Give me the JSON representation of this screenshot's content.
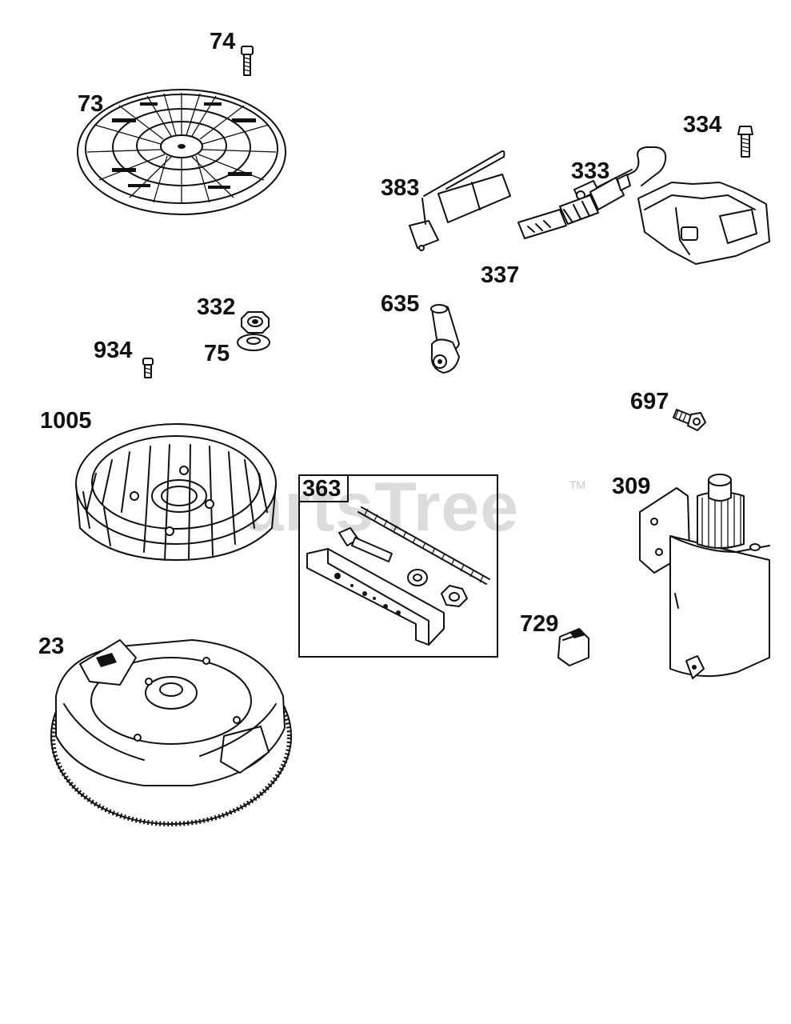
{
  "watermark": {
    "text": "PartsTree",
    "tm": "TM"
  },
  "kit": {
    "label": "363"
  },
  "parts": [
    {
      "id": "74",
      "icon": "bolt-icon"
    },
    {
      "id": "73",
      "icon": "rotating-screen-icon"
    },
    {
      "id": "334",
      "icon": "screw-icon"
    },
    {
      "id": "333",
      "icon": "ignition-armature-icon"
    },
    {
      "id": "383",
      "icon": "spark-tester-icon"
    },
    {
      "id": "337",
      "icon": "spark-plug-icon"
    },
    {
      "id": "635",
      "icon": "spark-plug-boot-icon"
    },
    {
      "id": "332",
      "icon": "nut-icon"
    },
    {
      "id": "75",
      "icon": "washer-icon"
    },
    {
      "id": "934",
      "icon": "screw-icon"
    },
    {
      "id": "697",
      "icon": "screw-icon"
    },
    {
      "id": "1005",
      "icon": "fan-icon"
    },
    {
      "id": "309",
      "icon": "starter-motor-icon"
    },
    {
      "id": "729",
      "icon": "clip-icon"
    },
    {
      "id": "23",
      "icon": "flywheel-icon"
    }
  ]
}
